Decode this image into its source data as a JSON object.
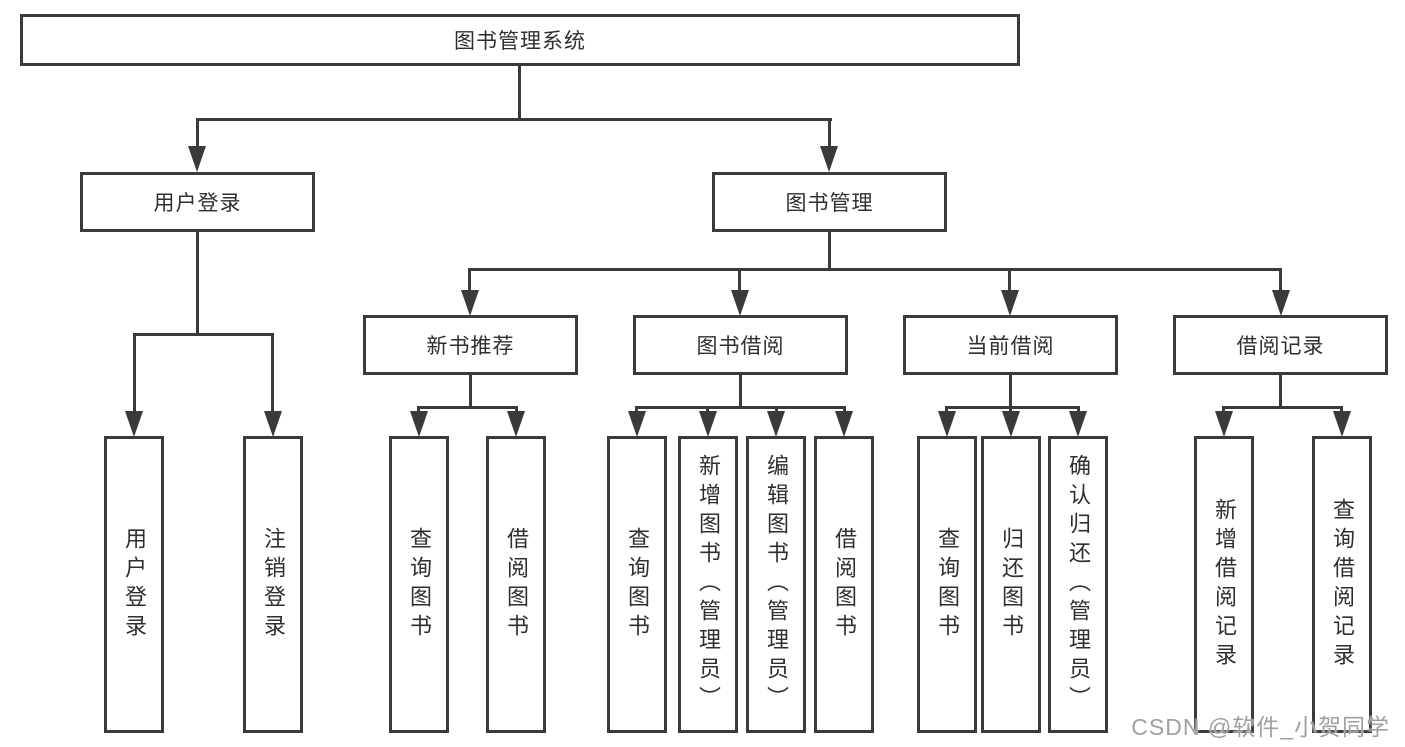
{
  "diagram": {
    "root": "图书管理系统",
    "user": {
      "label": "用户登录",
      "children": [
        "用户登录",
        "注销登录"
      ]
    },
    "book": {
      "label": "图书管理",
      "sections": [
        {
          "label": "新书推荐",
          "children": [
            "查询图书",
            "借阅图书"
          ]
        },
        {
          "label": "图书借阅",
          "children": [
            "查询图书",
            "新增图书（管理员）",
            "编辑图书（管理员）",
            "借阅图书"
          ]
        },
        {
          "label": "当前借阅",
          "children": [
            "查询图书",
            "归还图书",
            "确认归还（管理员）"
          ]
        },
        {
          "label": "借阅记录",
          "children": [
            "新增借阅记录",
            "查询借阅记录"
          ]
        }
      ]
    },
    "line_color": "#3a3a3a",
    "text_color": "#2f2f2f",
    "background_color": "#ffffff"
  },
  "watermark": {
    "text": "CSDN @软件_小贺同学",
    "color": "#a0a0a0"
  }
}
